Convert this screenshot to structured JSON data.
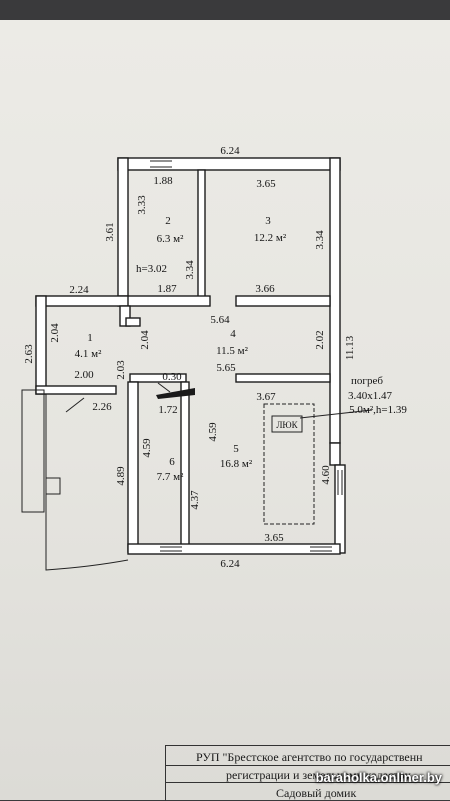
{
  "dimensions": {
    "top_width": "6.24",
    "bottom_width": "6.24",
    "room2_top": "1.88",
    "room2_left": "3.33",
    "room2_right": "3.34",
    "room2_bottom": "1.87",
    "room3_top": "3.65",
    "room3_right": "3.34",
    "room3_bottom": "3.66",
    "outer_left_upper": "3.61",
    "room1_top": "2.24",
    "room1_left": "2.04",
    "room1_bottom": "2.00",
    "room1_right": "2.03",
    "hall_left": "2.04",
    "hall_top": "5.64",
    "hall_bottom": "5.65",
    "hall_right": "2.02",
    "outer_right": "11.13",
    "porch_side": "2.63",
    "porch_bottom": "2.26",
    "porch_left": "4.89",
    "hall_step": "0.30",
    "room6_top": "1.72",
    "room6_left": "4.59",
    "room6_right_upper": "4.59",
    "room6_right_lower": "4.37",
    "room5_top": "3.67",
    "room5_right": "4.60",
    "room5_bottom": "3.65"
  },
  "rooms": [
    {
      "number": "1",
      "area": "4.1 м²"
    },
    {
      "number": "2",
      "area": "6.3 м²"
    },
    {
      "number": "3",
      "area": "12.2 м²"
    },
    {
      "number": "4",
      "area": "11.5 м²"
    },
    {
      "number": "5",
      "area": "16.8 м²"
    },
    {
      "number": "6",
      "area": "7.7 м²"
    }
  ],
  "ceiling_height": "h=3.02",
  "cellar": {
    "title": "погреб",
    "size": "3.40x1.47",
    "area_height": "5.0м²,h=1.39",
    "hatch_label": "ЛЮК"
  },
  "stamp": {
    "line1": "РУП \"Брестское агентство по государственн",
    "line2": "регистрации и земельному кадастру",
    "line3": "Садовый домик"
  },
  "watermark": "baraholka.onliner.by"
}
